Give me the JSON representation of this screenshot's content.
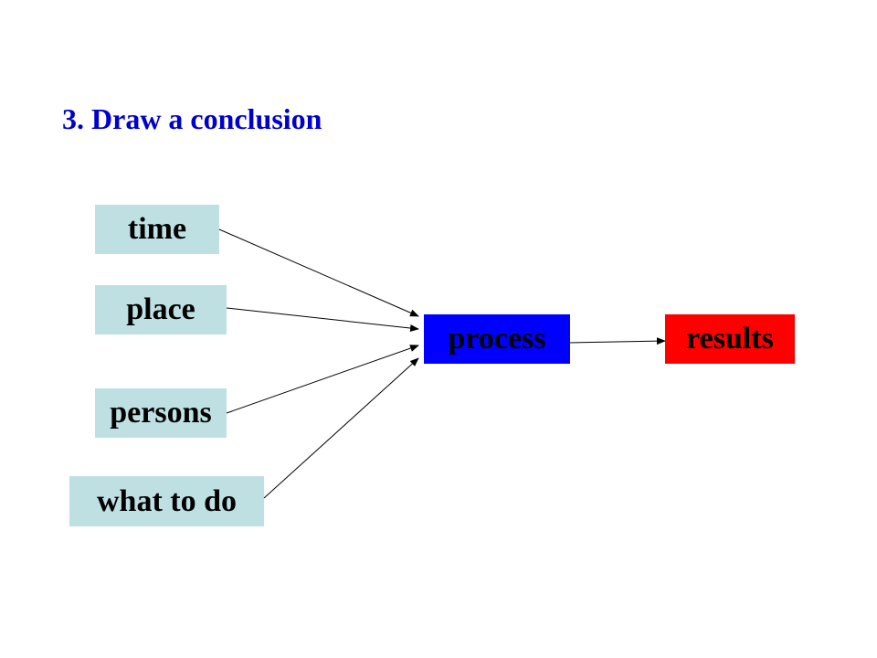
{
  "slide": {
    "title": "3. Draw a conclusion"
  },
  "diagram": {
    "inputs": [
      {
        "id": "time",
        "label": "time"
      },
      {
        "id": "place",
        "label": "place"
      },
      {
        "id": "persons",
        "label": "persons"
      },
      {
        "id": "what_to_do",
        "label": "what to do"
      }
    ],
    "process": {
      "label": "process",
      "color": "#0000ff"
    },
    "results": {
      "label": "results",
      "color": "#ff0000"
    },
    "input_color": "#bfe0e3",
    "title_color": "#0000cc",
    "edges": [
      {
        "from": "time",
        "to": "process"
      },
      {
        "from": "place",
        "to": "process"
      },
      {
        "from": "persons",
        "to": "process"
      },
      {
        "from": "what_to_do",
        "to": "process"
      },
      {
        "from": "process",
        "to": "results"
      }
    ]
  }
}
